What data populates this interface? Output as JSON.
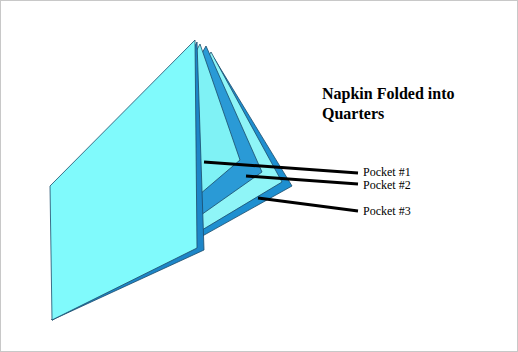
{
  "diagram": {
    "title": "Napkin Folded into Quarters",
    "labels": [
      "Pocket #1",
      "Pocket #2",
      "Pocket #3"
    ]
  }
}
